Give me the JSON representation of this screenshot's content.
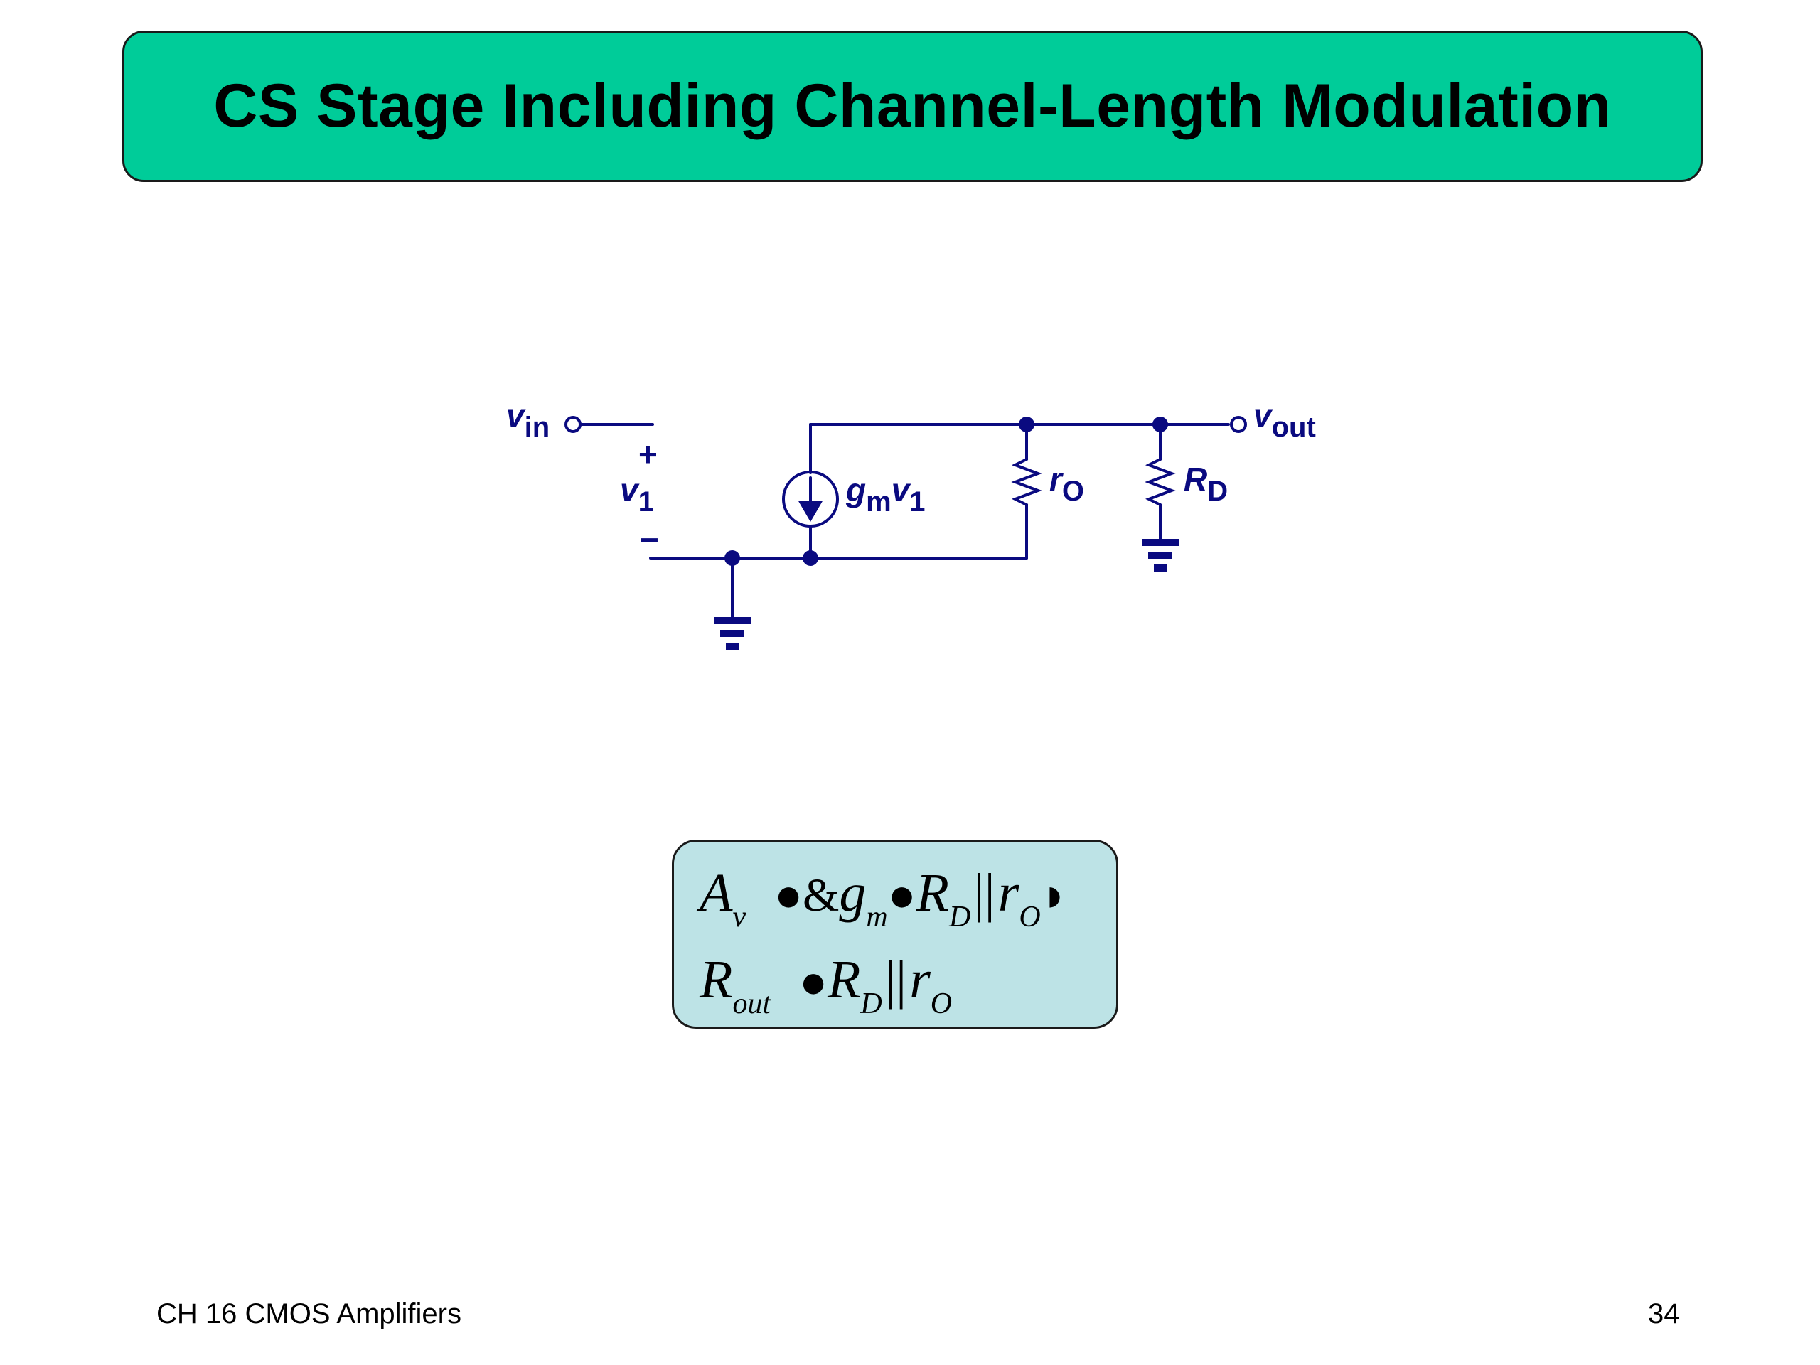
{
  "slide": {
    "title": "CS Stage Including Channel-Length Modulation",
    "footer_left": "CH 16 CMOS Amplifiers",
    "page_number": "34"
  },
  "colors": {
    "title_bg": "#00cc99",
    "formula_bg": "#bde3e6",
    "circuit": "#0a0a80"
  },
  "circuit": {
    "vin": {
      "base": "v",
      "sub": "in"
    },
    "vout": {
      "base": "v",
      "sub": "out"
    },
    "v1": {
      "base": "v",
      "sub": "1"
    },
    "plus": "+",
    "minus": "−",
    "gm_source": {
      "g": "g",
      "m": "m",
      "v": "v",
      "one": "1"
    },
    "ro": {
      "base": "r",
      "sub": "O"
    },
    "rd": {
      "base": "R",
      "sub": "D"
    }
  },
  "formulas": {
    "av": {
      "lhs": "A",
      "lhs_sub": "v",
      "bullet1": "●",
      "neg": "&",
      "g": "g",
      "g_sub": "m",
      "bullet2": "●",
      "R": "R",
      "R_sub": "D",
      "par": "||",
      "r": "r",
      "r_sub": "O",
      "close": "◗"
    },
    "rout": {
      "lhs": "R",
      "lhs_sub": "out",
      "bullet": "●",
      "R": "R",
      "R_sub": "D",
      "par": "||",
      "r": "r",
      "r_sub": "O"
    }
  }
}
